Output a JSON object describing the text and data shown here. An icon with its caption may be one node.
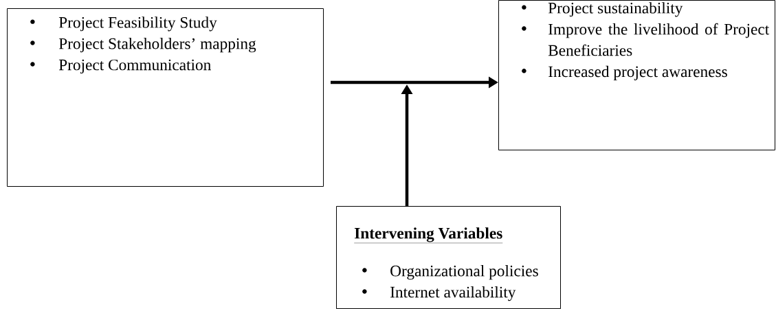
{
  "diagram": {
    "nodes": [
      {
        "text": [
          "Project Feasibility Study",
          "Project Stakeholders’ mapping",
          "Project Communication"
        ]
      },
      {
        "text": [
          "Project sustainability",
          "Improve the livelihood of Project Beneficiaries",
          "Increased project awareness"
        ]
      },
      {
        "text": [
          "Intervening Variables",
          "Organizational policies",
          "Internet availability"
        ]
      }
    ],
    "edges": [
      {
        "from": 0,
        "to": 1,
        "arrow": "to"
      },
      {
        "from": 2,
        "to": null,
        "arrow": "to"
      }
    ]
  }
}
